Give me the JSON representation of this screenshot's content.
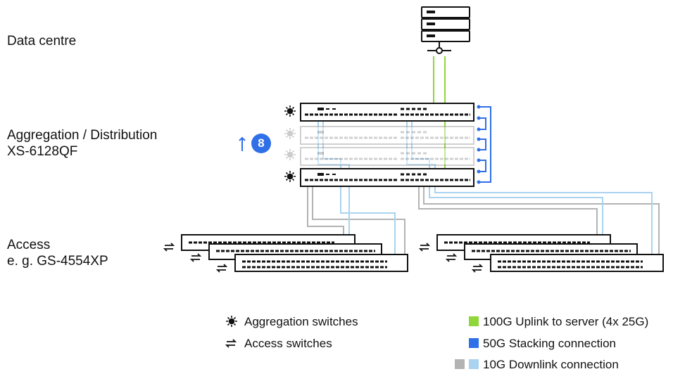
{
  "tiers": {
    "datacentre": "Data centre",
    "aggregation": [
      "Aggregation / Distribution",
      "XS-6128QF"
    ],
    "access": [
      "Access",
      "e. g. GS-4554XP"
    ]
  },
  "stack_count": "8",
  "legend": {
    "aggregation": "Aggregation switches",
    "access": "Access switches",
    "uplink": "100G Uplink to server (4x 25G)",
    "stacking": "50G Stacking connection",
    "downlink": "10G Downlink connection"
  },
  "colors": {
    "uplink": "#8fd63a",
    "stacking": "#2f6fe8",
    "downlink_gray": "#b3b3b3",
    "downlink_blue": "#a9d3f0",
    "faded": "#cfcfcf"
  },
  "icons": [
    "server-icon",
    "aggregation-switch-icon",
    "access-switch-icon",
    "up-arrow-icon"
  ]
}
